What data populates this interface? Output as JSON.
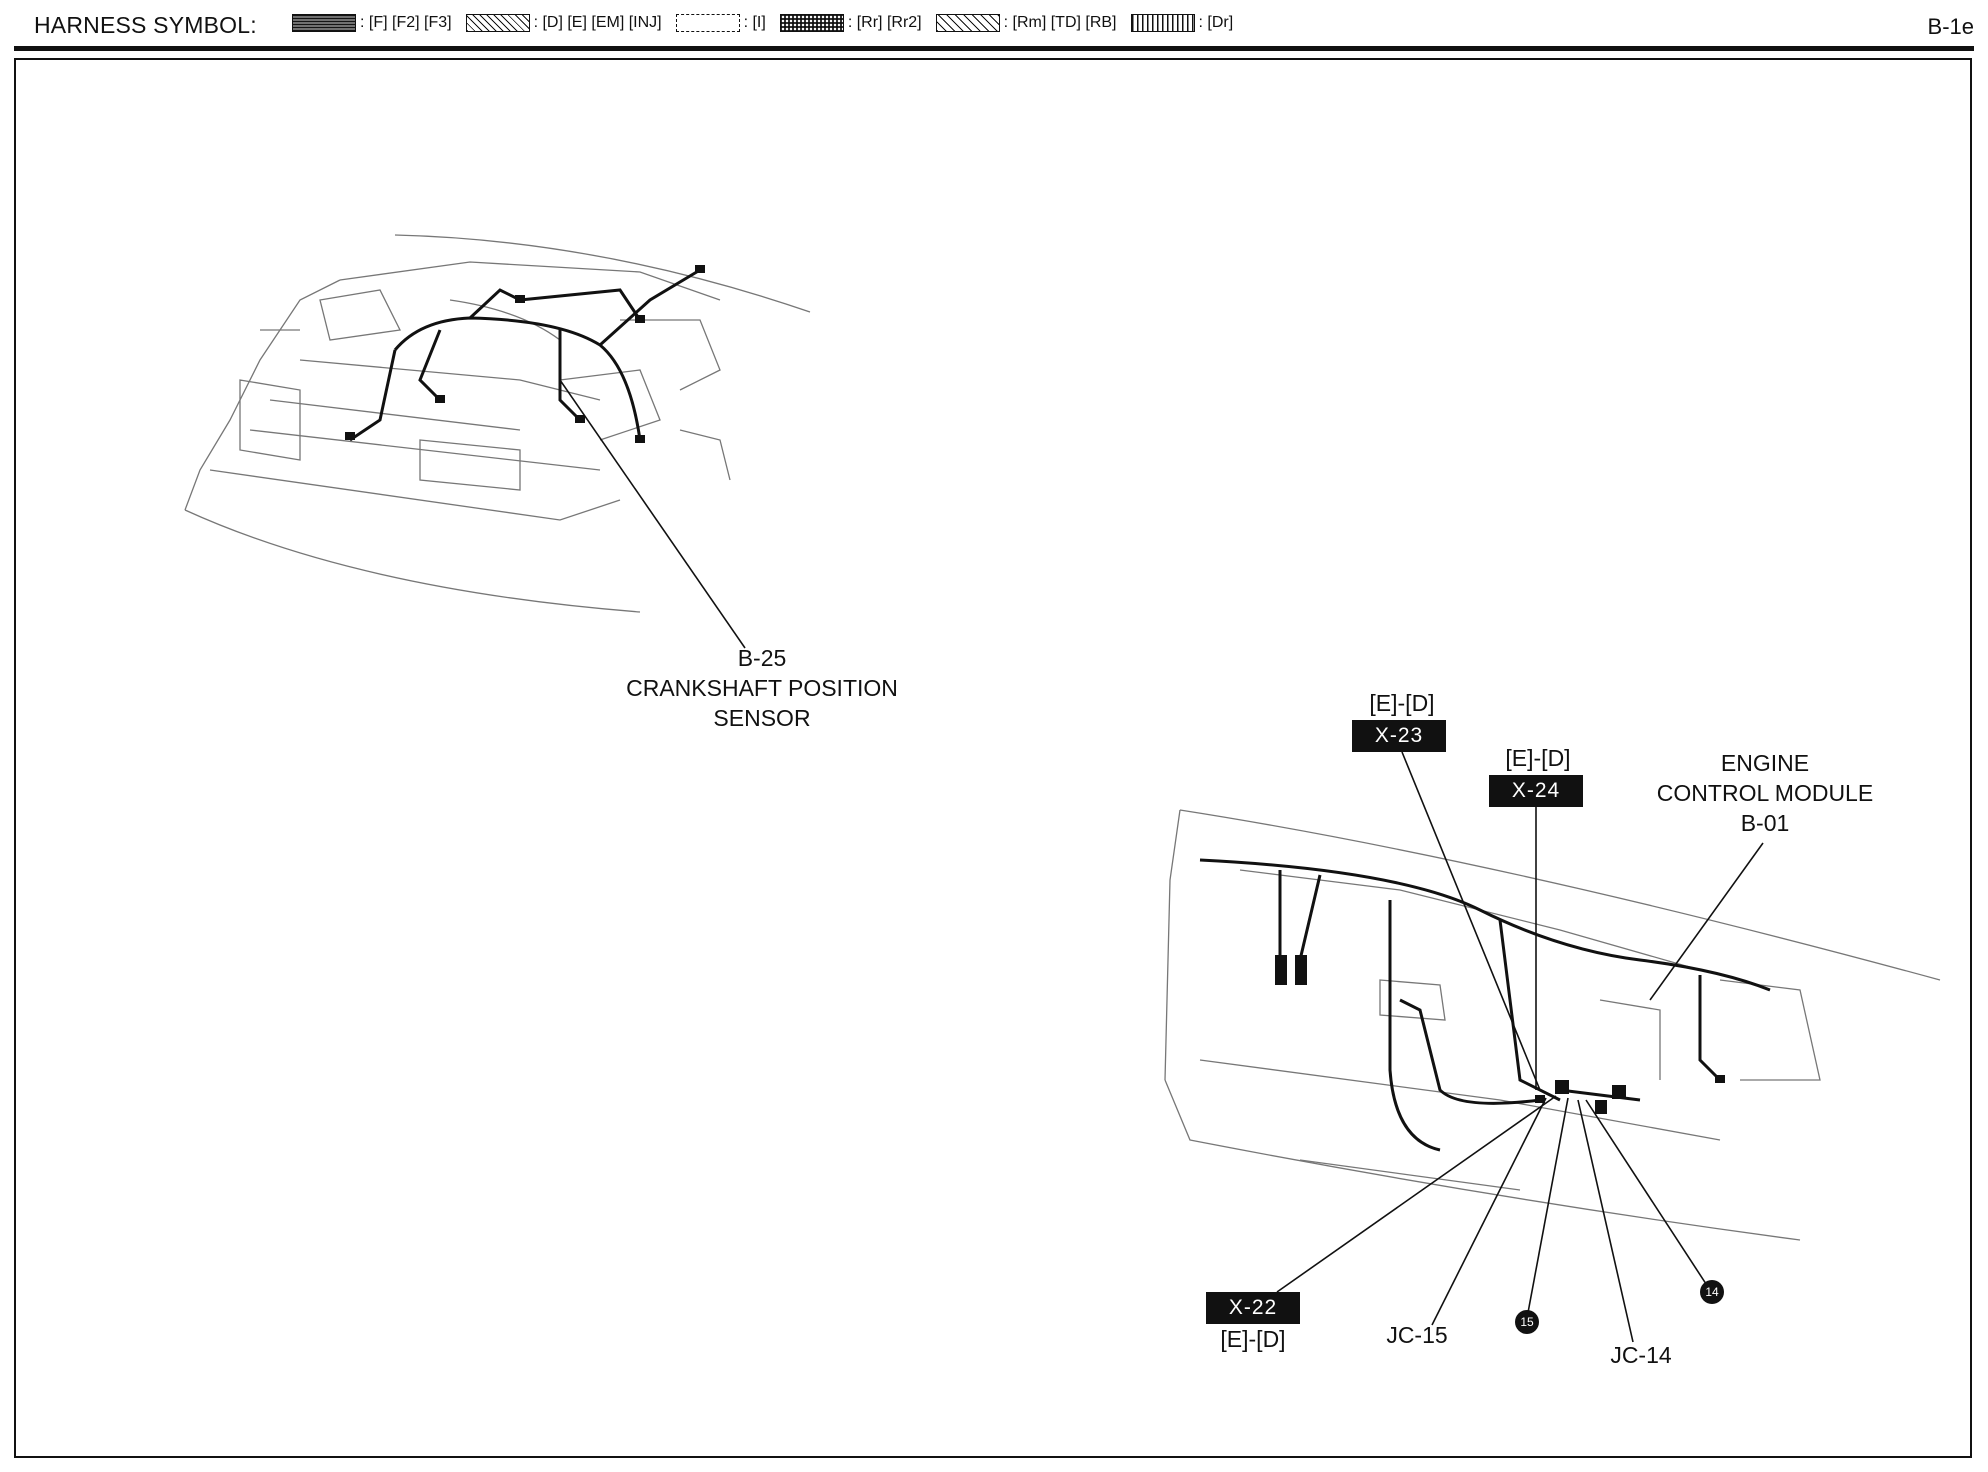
{
  "header": {
    "title": "HARNESS SYMBOL:",
    "page_id": "B-1e",
    "legend": [
      {
        "pattern": "dense-dots",
        "label": ": [F] [F2] [F3]"
      },
      {
        "pattern": "diagonal-hatch",
        "label": ": [D] [E] [EM] [INJ]"
      },
      {
        "pattern": "dashed-box",
        "label": ": [I]"
      },
      {
        "pattern": "black-dots",
        "label": ": [Rr] [Rr2]"
      },
      {
        "pattern": "cross-hatch",
        "label": ": [Rm] [TD] [RB]"
      },
      {
        "pattern": "vertical-lines",
        "label": ": [Dr]"
      }
    ]
  },
  "diagram": {
    "crankshaft": {
      "code": "B-25",
      "name_line1": "CRANKSHAFT POSITION",
      "name_line2": "SENSOR"
    },
    "ecm": {
      "line1": "ENGINE",
      "line2": "CONTROL MODULE",
      "code": "B-01"
    },
    "x23": {
      "harness": "[E]-[D]",
      "code": "X-23"
    },
    "x24": {
      "harness": "[E]-[D]",
      "code": "X-24"
    },
    "x22": {
      "harness": "[E]-[D]",
      "code": "X-22"
    },
    "jc15": "JC-15",
    "jc14": "JC-14",
    "ground15": "15",
    "ground14": "14"
  }
}
